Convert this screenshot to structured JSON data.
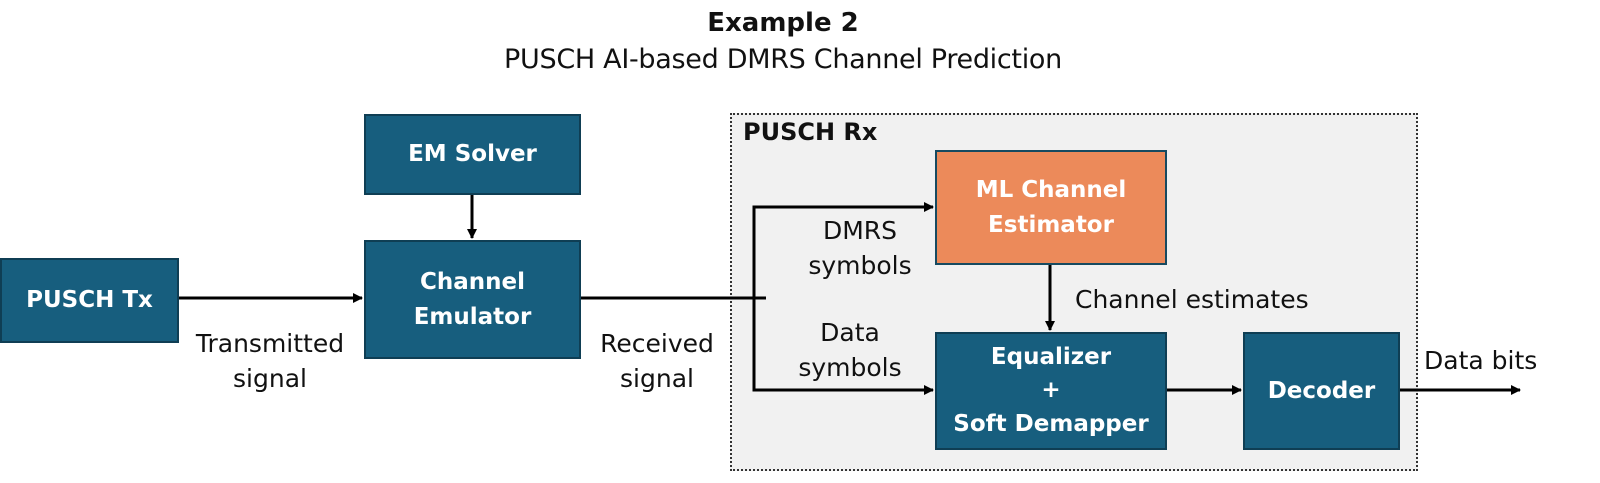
{
  "title": {
    "heading": "Example 2",
    "subtitle": "PUSCH AI-based DMRS Channel Prediction"
  },
  "colors": {
    "block": "#175e7e",
    "estimator": "#ec8a5a",
    "container": "#f1f1f1"
  },
  "blocks": {
    "pusch_tx": "PUSCH Tx",
    "em_solver": "EM Solver",
    "channel_emulator": "Channel\nEmulator",
    "ml_estimator": "ML Channel\nEstimator",
    "equalizer": "Equalizer\n+\nSoft Demapper",
    "decoder": "Decoder"
  },
  "container": {
    "label": "PUSCH Rx"
  },
  "labels": {
    "transmitted": "Transmitted\nsignal",
    "received": "Received\nsignal",
    "dmrs": "DMRS\nsymbols",
    "data_symbols": "Data\nsymbols",
    "channel_estimates": "Channel estimates",
    "data_bits": "Data bits"
  }
}
